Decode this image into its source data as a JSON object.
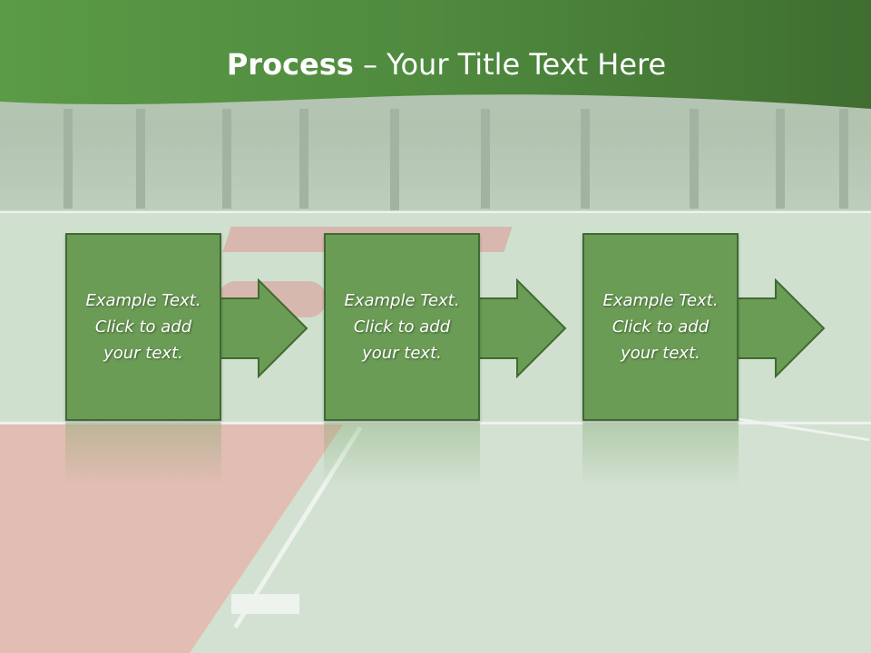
{
  "title": {
    "bold": "Process",
    "rest": " – Your Title Text Here"
  },
  "steps": [
    {
      "text": "Example Text.\nClick  to add\nyour text."
    },
    {
      "text": "Example Text.\nClick  to add\nyour text."
    },
    {
      "text": "Example Text.\nClick  to add\nyour text."
    }
  ],
  "colors": {
    "header_green": "#4e8a3f",
    "box_fill": "#6a9c55",
    "box_border": "#3f6a31"
  },
  "icons": [
    "right-arrow-icon"
  ]
}
